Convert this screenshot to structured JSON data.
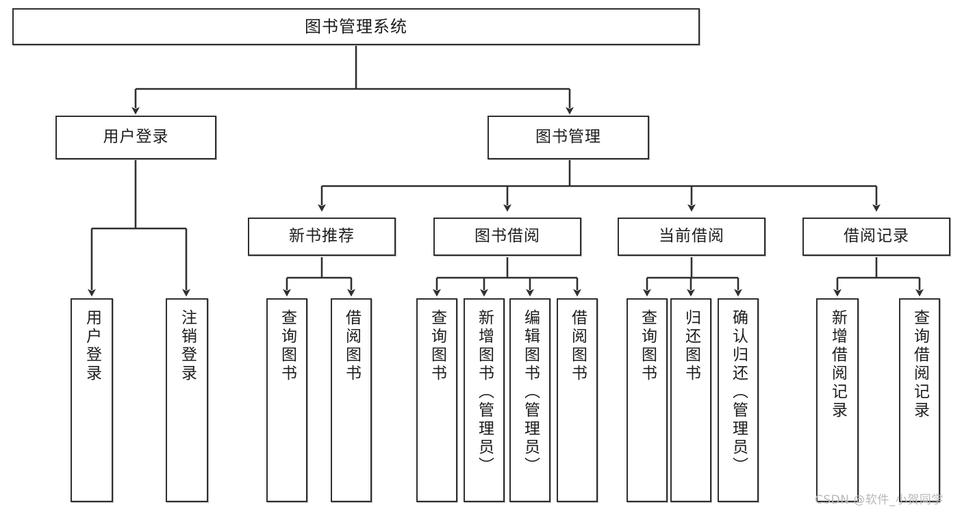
{
  "diagram": {
    "title": "图书管理系统",
    "type": "tree-hierarchy-chart",
    "orientation": "top-down",
    "colors": {
      "box_border": "#2f2f2f",
      "box_fill": "#ffffff",
      "connector": "#2f2f2f",
      "text": "#1d1d1d",
      "watermark": "#b9b9b9",
      "background": "#ffffff"
    },
    "root": {
      "id": "root",
      "label": "图书管理系统",
      "orientation": "horizontal"
    },
    "level2": [
      {
        "id": "user-login",
        "label": "用户登录",
        "orientation": "horizontal"
      },
      {
        "id": "book-manage",
        "label": "图书管理",
        "orientation": "horizontal"
      }
    ],
    "level3": [
      {
        "id": "new-book-recommend",
        "label": "新书推荐",
        "orientation": "horizontal",
        "parent": "book-manage"
      },
      {
        "id": "book-borrow",
        "label": "图书借阅",
        "orientation": "horizontal",
        "parent": "book-manage"
      },
      {
        "id": "current-borrow",
        "label": "当前借阅",
        "orientation": "horizontal",
        "parent": "book-manage"
      },
      {
        "id": "borrow-record",
        "label": "借阅记录",
        "orientation": "horizontal",
        "parent": "book-manage"
      }
    ],
    "leaves": [
      {
        "id": "leaf-user-login",
        "label": "用户登录",
        "parent": "user-login"
      },
      {
        "id": "leaf-logout-login",
        "label": "注销登录",
        "parent": "user-login"
      },
      {
        "id": "leaf-query-book-1",
        "label": "查询图书",
        "parent": "new-book-recommend"
      },
      {
        "id": "leaf-borrow-book-1",
        "label": "借阅图书",
        "parent": "new-book-recommend"
      },
      {
        "id": "leaf-query-book-2",
        "label": "查询图书",
        "parent": "book-borrow"
      },
      {
        "id": "leaf-add-book-admin",
        "label": "新增图书（管理员）",
        "parent": "book-borrow"
      },
      {
        "id": "leaf-edit-book-admin",
        "label": "编辑图书（管理员）",
        "parent": "book-borrow"
      },
      {
        "id": "leaf-borrow-book-2",
        "label": "借阅图书",
        "parent": "book-borrow"
      },
      {
        "id": "leaf-query-book-3",
        "label": "查询图书",
        "parent": "current-borrow"
      },
      {
        "id": "leaf-return-book",
        "label": "归还图书",
        "parent": "current-borrow"
      },
      {
        "id": "leaf-confirm-return",
        "label": "确认归还（管理员）",
        "parent": "current-borrow"
      },
      {
        "id": "leaf-add-record",
        "label": "新增借阅记录",
        "parent": "borrow-record"
      },
      {
        "id": "leaf-query-record",
        "label": "查询借阅记录",
        "parent": "borrow-record"
      }
    ]
  },
  "watermark": {
    "text": "CSDN @软件_小贺同学"
  }
}
